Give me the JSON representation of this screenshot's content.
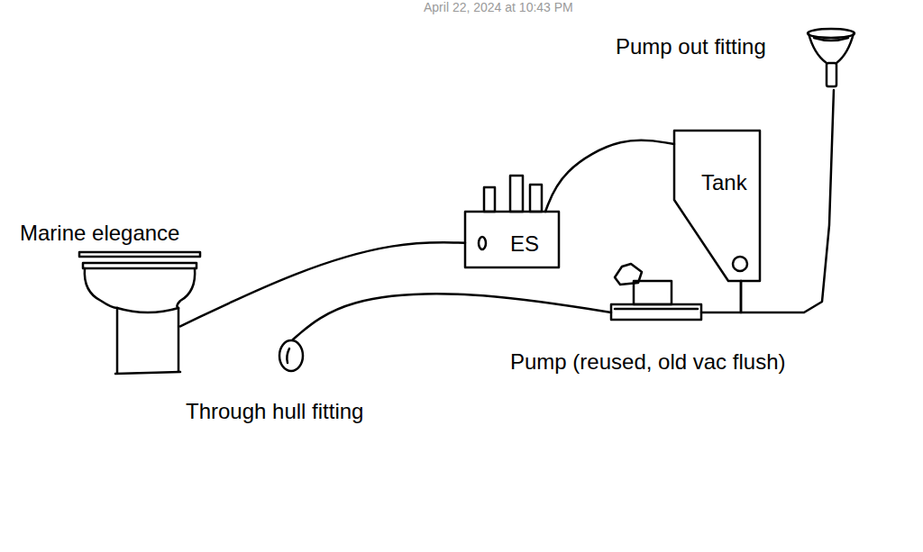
{
  "diagram": {
    "nodes": [
      {
        "text": [
          "Pump out fitting"
        ]
      },
      {
        "text": [
          "Tank"
        ]
      },
      {
        "text": [
          "ES"
        ]
      },
      {
        "text": [
          "Marine elegance"
        ]
      },
      {
        "text": [
          "Pump (reused, old vac flush)"
        ]
      },
      {
        "text": [
          "Through hull fitting"
        ]
      }
    ],
    "edges": [
      {
        "from": 3,
        "to": 2,
        "arrow": "none"
      },
      {
        "from": 2,
        "to": 1,
        "arrow": "none"
      },
      {
        "from": 1,
        "to": 4,
        "arrow": "none"
      },
      {
        "from": 1,
        "to": 0,
        "arrow": "none"
      },
      {
        "from": 4,
        "to": 5,
        "arrow": "none"
      }
    ],
    "labels": [
      "April 22, 2024 at 10:43 PM"
    ]
  }
}
